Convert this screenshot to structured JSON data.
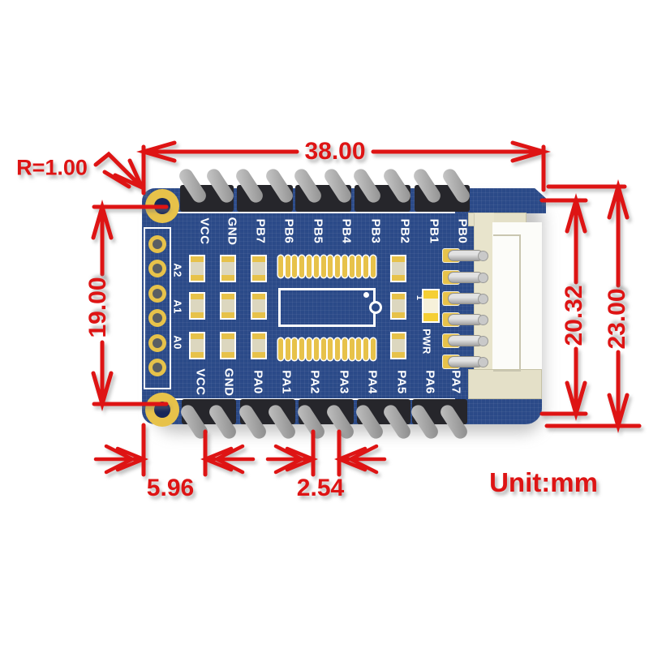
{
  "drawing": {
    "dim_width": "38.00",
    "dim_height": "19.00",
    "dim_connector_height": "20.32",
    "dim_total_height": "23.00",
    "dim_corner_radius": "R=1.00",
    "dim_left_pin_offset": "5.96",
    "dim_pin_pitch": "2.54",
    "unit_note": "Unit:mm"
  },
  "board": {
    "top_pin_labels": [
      "VCC",
      "GND",
      "PB7",
      "PB6",
      "PB5",
      "PB4",
      "PB3",
      "PB2",
      "PB1",
      "PB0"
    ],
    "bottom_pin_labels": [
      "VCC",
      "GND",
      "PA0",
      "PA1",
      "PA2",
      "PA3",
      "PA4",
      "PA5",
      "PA6",
      "PA7"
    ],
    "analog_pad_labels": [
      "A2",
      "A1",
      "A0"
    ],
    "power_led_label": "PWR",
    "power_led_pin1_mark": "1"
  },
  "colors": {
    "pcb_blue": "#2b4a88",
    "pad_yellow": "#e7c24a",
    "dimension_red": "#de1414",
    "silkscreen_white": "#ffffff",
    "header_black": "#26262b",
    "connector_cream": "#e4e0c8"
  }
}
